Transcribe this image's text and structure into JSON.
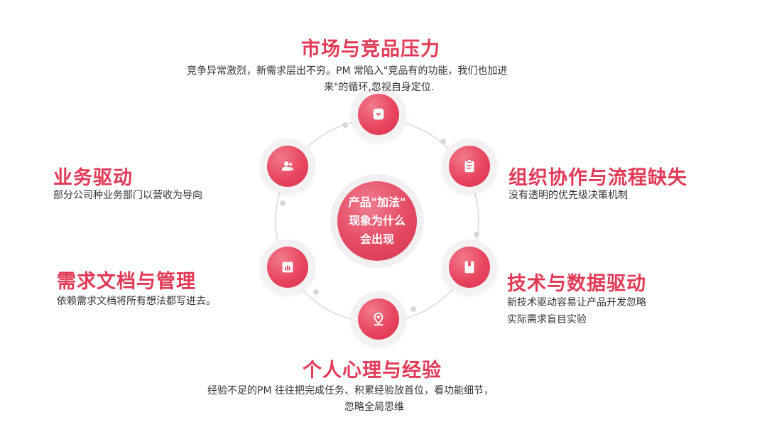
{
  "center": {
    "lines": [
      "产品\"加法\"",
      "现象为什么",
      "会出现"
    ]
  },
  "topics": {
    "top": {
      "title": "市场与竞品压力",
      "desc1": "竞争异常激烈，新需求层出不穷。PM 常陷入\"竞品有的功能，我们也加进",
      "desc2": "来\"的循环,忽视自身定位."
    },
    "right_upper": {
      "title": "组织协作与流程缺失",
      "desc1": "没有透明的优先级决策机制"
    },
    "right_lower": {
      "title": "技术与数据驱动",
      "desc1": "新技术驱动容易让产品开发忽略",
      "desc2": "实际需求盲目实验"
    },
    "bottom": {
      "title": "个人心理与经验",
      "desc1": "经验不足的PM 往往把完成任务、积累经验放首位，看功能细节，",
      "desc2": "忽略全局思维"
    },
    "left_lower": {
      "title": "需求文档与管理",
      "desc1": "依赖需求文档将所有想法都写进去。"
    },
    "left_upper": {
      "title": "业务驱动",
      "desc1": "部分公司种业务部门以营收为导向"
    }
  },
  "icons": [
    "chat-badge-icon",
    "clipboard-icon",
    "bookmark-icon",
    "location-pin-icon",
    "bar-chart-icon",
    "users-icon"
  ],
  "colors": {
    "accent": "#e23a56",
    "ring": "#dcdcdc"
  }
}
